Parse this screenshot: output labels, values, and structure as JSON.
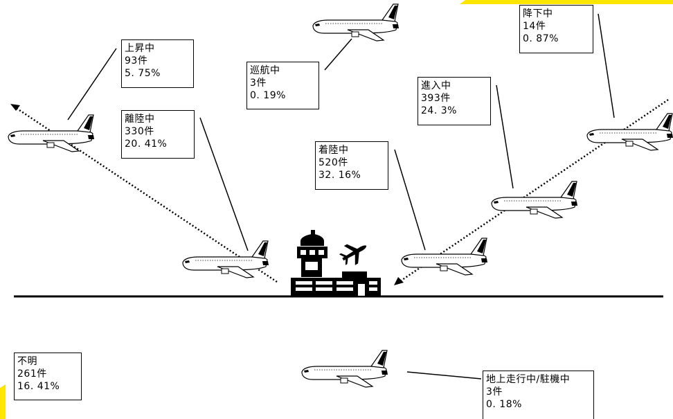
{
  "colors": {
    "accent": "#FFE600",
    "ink": "#000000",
    "aircraft_body": "#ffffff"
  },
  "phases": {
    "climb": {
      "name": "上昇中",
      "count": "93件",
      "percent": "5. 75%"
    },
    "cruise": {
      "name": "巡航中",
      "count": "3件",
      "percent": "0. 19%"
    },
    "descent": {
      "name": "降下中",
      "count": "14件",
      "percent": "0. 87%"
    },
    "takeoff": {
      "name": "離陸中",
      "count": "330件",
      "percent": "20. 41%"
    },
    "approach": {
      "name": "進入中",
      "count": "393件",
      "percent": "24. 3%"
    },
    "landing": {
      "name": "着陸中",
      "count": "520件",
      "percent": "32. 16%"
    },
    "unknown": {
      "name": "不明",
      "count": "261件",
      "percent": "16. 41%"
    },
    "ground": {
      "name": "地上走行中/駐機中",
      "count": "3件",
      "percent": "0. 18%"
    }
  },
  "icons": {
    "aircraft": "airplane-icon",
    "airport": "control-tower-icon",
    "plane_glyph": "departing-plane-icon"
  }
}
